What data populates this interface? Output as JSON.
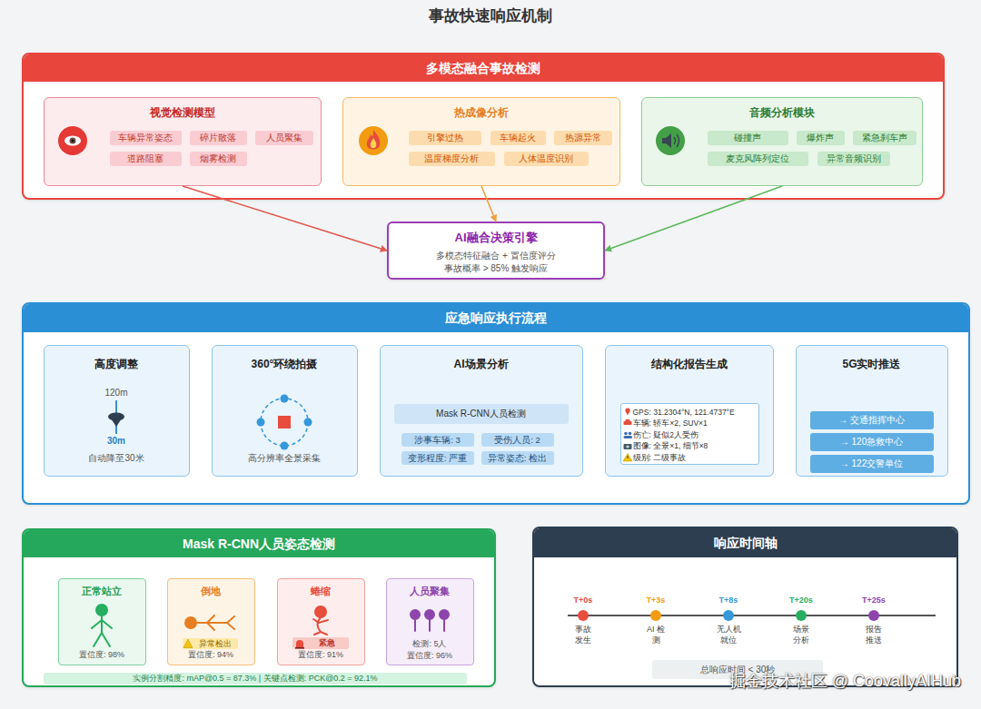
{
  "diagram": {
    "title": "事故快速响应机制",
    "nodes": [
      {
        "text": [
          "多模态融合事故检测"
        ]
      },
      {
        "text": [
          "视觉检测模型"
        ],
        "in": 0
      },
      {
        "text": [
          "车辆异常姿态"
        ],
        "in": 1
      },
      {
        "text": [
          "碎片散落"
        ],
        "in": 1
      },
      {
        "text": [
          "人员聚集"
        ],
        "in": 1
      },
      {
        "text": [
          "道路阻塞"
        ],
        "in": 1
      },
      {
        "text": [
          "烟雾检测"
        ],
        "in": 1
      },
      {
        "text": [
          "热成像分析"
        ],
        "in": 0
      },
      {
        "text": [
          "引擎过热"
        ],
        "in": 7
      },
      {
        "text": [
          "车辆起火"
        ],
        "in": 7
      },
      {
        "text": [
          "热源异常"
        ],
        "in": 7
      },
      {
        "text": [
          "温度梯度分析"
        ],
        "in": 7
      },
      {
        "text": [
          "人体温度识别"
        ],
        "in": 7
      },
      {
        "text": [
          "音频分析模块"
        ],
        "in": 0
      },
      {
        "text": [
          "碰撞声"
        ],
        "in": 13
      },
      {
        "text": [
          "爆炸声"
        ],
        "in": 13
      },
      {
        "text": [
          "紧急刹车声"
        ],
        "in": 13
      },
      {
        "text": [
          "麦克风阵列定位"
        ],
        "in": 13
      },
      {
        "text": [
          "异常音频识别"
        ],
        "in": 13
      },
      {
        "text": [
          "AI融合决策引擎",
          "多模态特征融合 + 置信度评分",
          "事故概率 > 85% 触发响应"
        ]
      },
      {
        "text": [
          "应急响应执行流程"
        ]
      },
      {
        "text": [
          "高度调整",
          "120m",
          "30m",
          "自动降至30米"
        ],
        "in": 20
      },
      {
        "text": [
          "360°环绕拍摄",
          "高分辨率全景采集"
        ],
        "in": 20
      },
      {
        "text": [
          "AI场景分析"
        ],
        "in": 20
      },
      {
        "text": [
          "Mask R-CNN人员检测"
        ],
        "in": 23
      },
      {
        "text": [
          "涉事车辆: 3"
        ],
        "in": 23
      },
      {
        "text": [
          "受伤人员: 2"
        ],
        "in": 23
      },
      {
        "text": [
          "变形程度: 严重"
        ],
        "in": 23
      },
      {
        "text": [
          "异常姿态: 检出"
        ],
        "in": 23
      },
      {
        "text": [
          "结构化报告生成"
        ],
        "in": 20
      },
      {
        "text": [
          "GPS: 31.2304°N, 121.4737°E",
          "车辆: 轿车×2, SUV×1",
          "伤亡: 疑似2人受伤",
          "图像: 全景×1, 细节×8",
          "级别: 二级事故"
        ],
        "in": 29
      },
      {
        "text": [
          "5G实时推送"
        ],
        "in": 20
      },
      {
        "text": [
          "→ 交通指挥中心"
        ],
        "in": 31
      },
      {
        "text": [
          "→ 120急救中心"
        ],
        "in": 31
      },
      {
        "text": [
          "→ 122交警单位"
        ],
        "in": 31
      },
      {
        "text": [
          "Mask R-CNN人员姿态检测"
        ]
      },
      {
        "text": [
          "正常站立",
          "置信度: 98%"
        ],
        "in": 35
      },
      {
        "text": [
          "倒地",
          "置信度: 94%"
        ],
        "in": 35
      },
      {
        "text": [
          "异常检出"
        ],
        "in": 37
      },
      {
        "text": [
          "蜷缩",
          "置信度: 91%"
        ],
        "in": 35
      },
      {
        "text": [
          "紧急"
        ],
        "in": 39
      },
      {
        "text": [
          "人员聚集",
          "检测: 5人",
          "置信度: 96%"
        ],
        "in": 35
      },
      {
        "text": [
          "实例分割精度: mAP@0.5 = 87.3% | 关键点检测: PCK@0.2 = 92.1%"
        ],
        "in": 35
      },
      {
        "text": [
          "响应时间轴"
        ]
      },
      {
        "text": [
          "总响应时间 < 30秒"
        ],
        "in": 43
      }
    ],
    "edges": [
      {
        "from": 1,
        "to": 19,
        "arrow": "to"
      },
      {
        "from": 7,
        "to": 19,
        "arrow": "to"
      },
      {
        "from": 13,
        "to": 19,
        "arrow": "to"
      }
    ],
    "labels": [
      "T+0s",
      "事故 发生",
      "T+3s",
      "AI 检测",
      "T+8s",
      "无人机 就位",
      "T+20s",
      "场景 分析",
      "T+25s",
      "报告 推送",
      "掘金技术社区 @ CoovallyAIHub"
    ]
  }
}
